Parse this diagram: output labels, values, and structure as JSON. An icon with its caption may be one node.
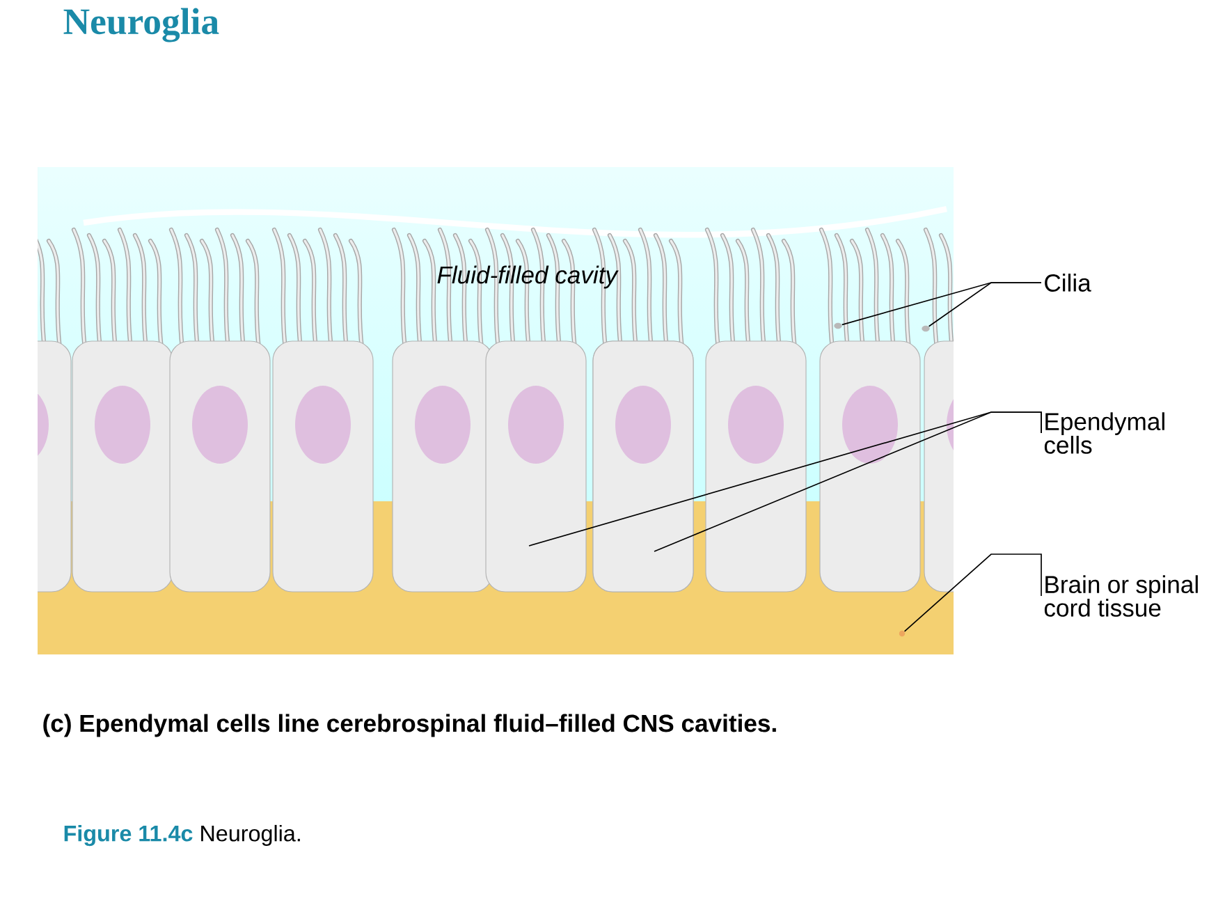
{
  "diagram": {
    "title": "Neuroglia",
    "caption": "**Figure 11.4c** Neuroglia.",
    "nodes": [
      {
        "text": [
          "Cilia"
        ]
      },
      {
        "text": [
          "Ependymal cells"
        ]
      },
      {
        "text": [
          "Brain or spinal cord tissue"
        ]
      },
      {
        "text": [],
        "shape": "picture"
      },
      {
        "text": [],
        "shape": "picture"
      },
      {
        "text": [],
        "shape": "picture"
      },
      {
        "text": [],
        "shape": "picture"
      },
      {
        "text": [],
        "shape": "picture"
      }
    ],
    "edges": [
      {
        "from": 0,
        "to": 3,
        "arrow": "none"
      },
      {
        "from": 0,
        "to": 4,
        "arrow": "none"
      },
      {
        "from": 1,
        "to": 5,
        "arrow": "none"
      },
      {
        "from": 1,
        "to": 6,
        "arrow": "none"
      },
      {
        "from": 2,
        "to": 7,
        "arrow": "none"
      }
    ],
    "labels": [
      "Fluid-filled cavity",
      "(c) Ependymal cells line cerebrospinal fluid–filled CNS cavities."
    ]
  }
}
